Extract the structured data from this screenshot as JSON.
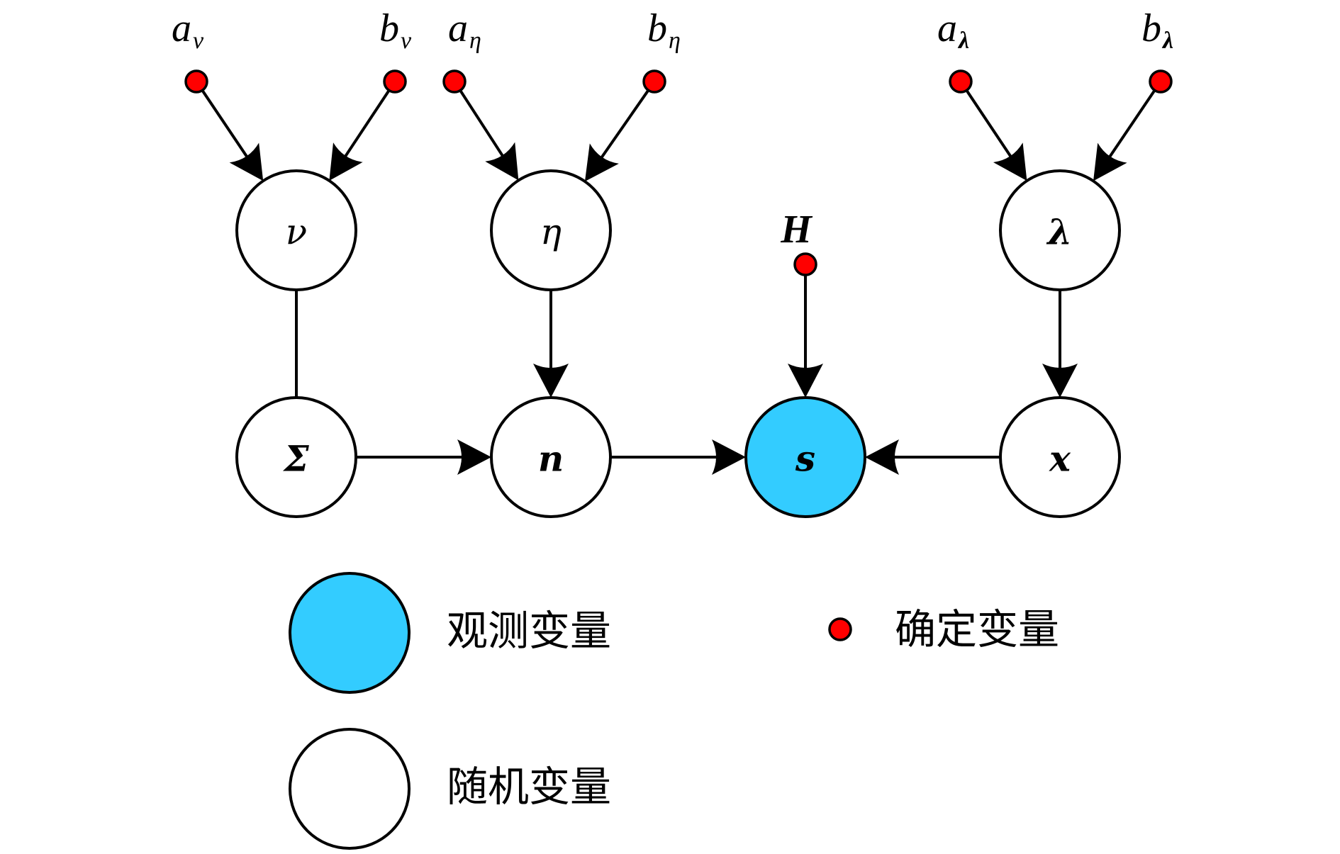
{
  "colors": {
    "observed_fill": "#33CCFF",
    "random_fill": "#FFFFFF",
    "deterministic_fill": "#FF0000",
    "stroke": "#000000"
  },
  "nodes": [
    {
      "id": "nu",
      "label": "ν",
      "type": "random",
      "bold": false
    },
    {
      "id": "eta",
      "label": "η",
      "type": "random",
      "bold": false
    },
    {
      "id": "lambda",
      "label": "λ",
      "type": "random",
      "bold": true
    },
    {
      "id": "Sigma",
      "label": "Σ",
      "type": "random",
      "bold": true
    },
    {
      "id": "n",
      "label": "n",
      "type": "random",
      "bold": true
    },
    {
      "id": "s",
      "label": "s",
      "type": "observed",
      "bold": true
    },
    {
      "id": "x",
      "label": "x",
      "type": "random",
      "bold": true
    }
  ],
  "deterministic": [
    {
      "id": "a_nu",
      "main": "a",
      "sub": "ν",
      "sub_bold": false
    },
    {
      "id": "b_nu",
      "main": "b",
      "sub": "ν",
      "sub_bold": false
    },
    {
      "id": "a_eta",
      "main": "a",
      "sub": "η",
      "sub_bold": false
    },
    {
      "id": "b_eta",
      "main": "b",
      "sub": "η",
      "sub_bold": false
    },
    {
      "id": "a_lambda",
      "main": "a",
      "sub": "λ",
      "sub_bold": true
    },
    {
      "id": "b_lambda",
      "main": "b",
      "sub": "λ",
      "sub_bold": true
    },
    {
      "id": "H",
      "main": "H",
      "sub": "",
      "sub_bold": false
    }
  ],
  "edges": [
    {
      "from": "a_nu",
      "to": "nu",
      "directed": true
    },
    {
      "from": "b_nu",
      "to": "nu",
      "directed": true
    },
    {
      "from": "a_eta",
      "to": "eta",
      "directed": true
    },
    {
      "from": "b_eta",
      "to": "eta",
      "directed": true
    },
    {
      "from": "a_lambda",
      "to": "lambda",
      "directed": true
    },
    {
      "from": "b_lambda",
      "to": "lambda",
      "directed": true
    },
    {
      "from": "nu",
      "to": "Sigma",
      "directed": false
    },
    {
      "from": "eta",
      "to": "n",
      "directed": true
    },
    {
      "from": "lambda",
      "to": "x",
      "directed": true
    },
    {
      "from": "H",
      "to": "s",
      "directed": true
    },
    {
      "from": "Sigma",
      "to": "n",
      "directed": true
    },
    {
      "from": "n",
      "to": "s",
      "directed": true
    },
    {
      "from": "x",
      "to": "s",
      "directed": true
    }
  ],
  "legend": {
    "observed": "观测变量",
    "random": "随机变量",
    "deterministic": "确定变量"
  }
}
